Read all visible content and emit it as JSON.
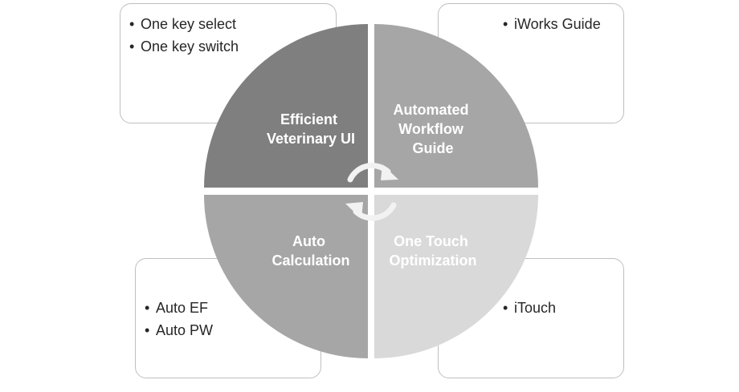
{
  "quadrants": {
    "top_left": {
      "lines": [
        "Efficient",
        "Veterinary UI"
      ],
      "color": "#7f7f7f"
    },
    "top_right": {
      "lines": [
        "Automated",
        "Workflow",
        "Guide"
      ],
      "color": "#a6a6a6"
    },
    "bottom_left": {
      "lines": [
        "Auto",
        "Calculation"
      ],
      "color": "#a6a6a6"
    },
    "bottom_right": {
      "lines": [
        "One Touch",
        "Optimization"
      ],
      "color": "#d9d9d9"
    }
  },
  "boxes": {
    "top_left": [
      "One key select",
      "One key switch"
    ],
    "top_right": [
      "iWorks Guide"
    ],
    "bottom_left": [
      "Auto EF",
      "Auto PW"
    ],
    "bottom_right": [
      "iTouch"
    ]
  },
  "colors": {
    "arrow": "#f2f2f2",
    "box_border": "#bfbfbf"
  },
  "icons": {
    "center": "circular-arrows-icon"
  }
}
